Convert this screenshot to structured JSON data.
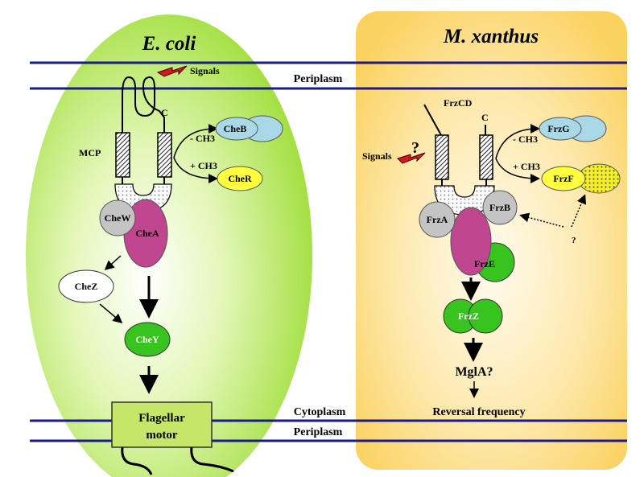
{
  "colors": {
    "ecoli_fill": "#a9e24b",
    "xanthus_fill": "#fbd872",
    "membrane": "#1a1a8c",
    "cheb": "#a9d8e6",
    "cher": "#ffff40",
    "chea": "#c0468f",
    "chey": "#38c41e",
    "grey": "#c4c4c4",
    "motor": "#c6e66a"
  },
  "ecoli": {
    "title": "E. coli",
    "signals": "Signals",
    "mcp": "MCP",
    "c_label": "C",
    "minus_ch3": "- CH3",
    "plus_ch3": "+ CH3",
    "cheb": "CheB",
    "cher": "CheR",
    "chew": "CheW",
    "chea": "CheA",
    "chez": "CheZ",
    "chey": "CheY",
    "motor_line1": "Flagellar",
    "motor_line2": "motor"
  },
  "xanthus": {
    "title": "M. xanthus",
    "frzcd": "FrzCD",
    "c_label": "C",
    "question": "?",
    "signals": "Signals",
    "minus_ch3": "- CH3",
    "plus_ch3": "+ CH3",
    "frzg": "FrzG",
    "frzf": "FrzF",
    "frza": "FrzA",
    "frzb": "FrzB",
    "small_question": "?",
    "frze": "FrzE",
    "frzz": "FrzZ",
    "mgla": "MglA?",
    "reversal": "Reversal frequency"
  },
  "regions": {
    "periplasm_top": "Periplasm",
    "cytoplasm": "Cytoplasm",
    "periplasm_bottom": "Periplasm"
  }
}
